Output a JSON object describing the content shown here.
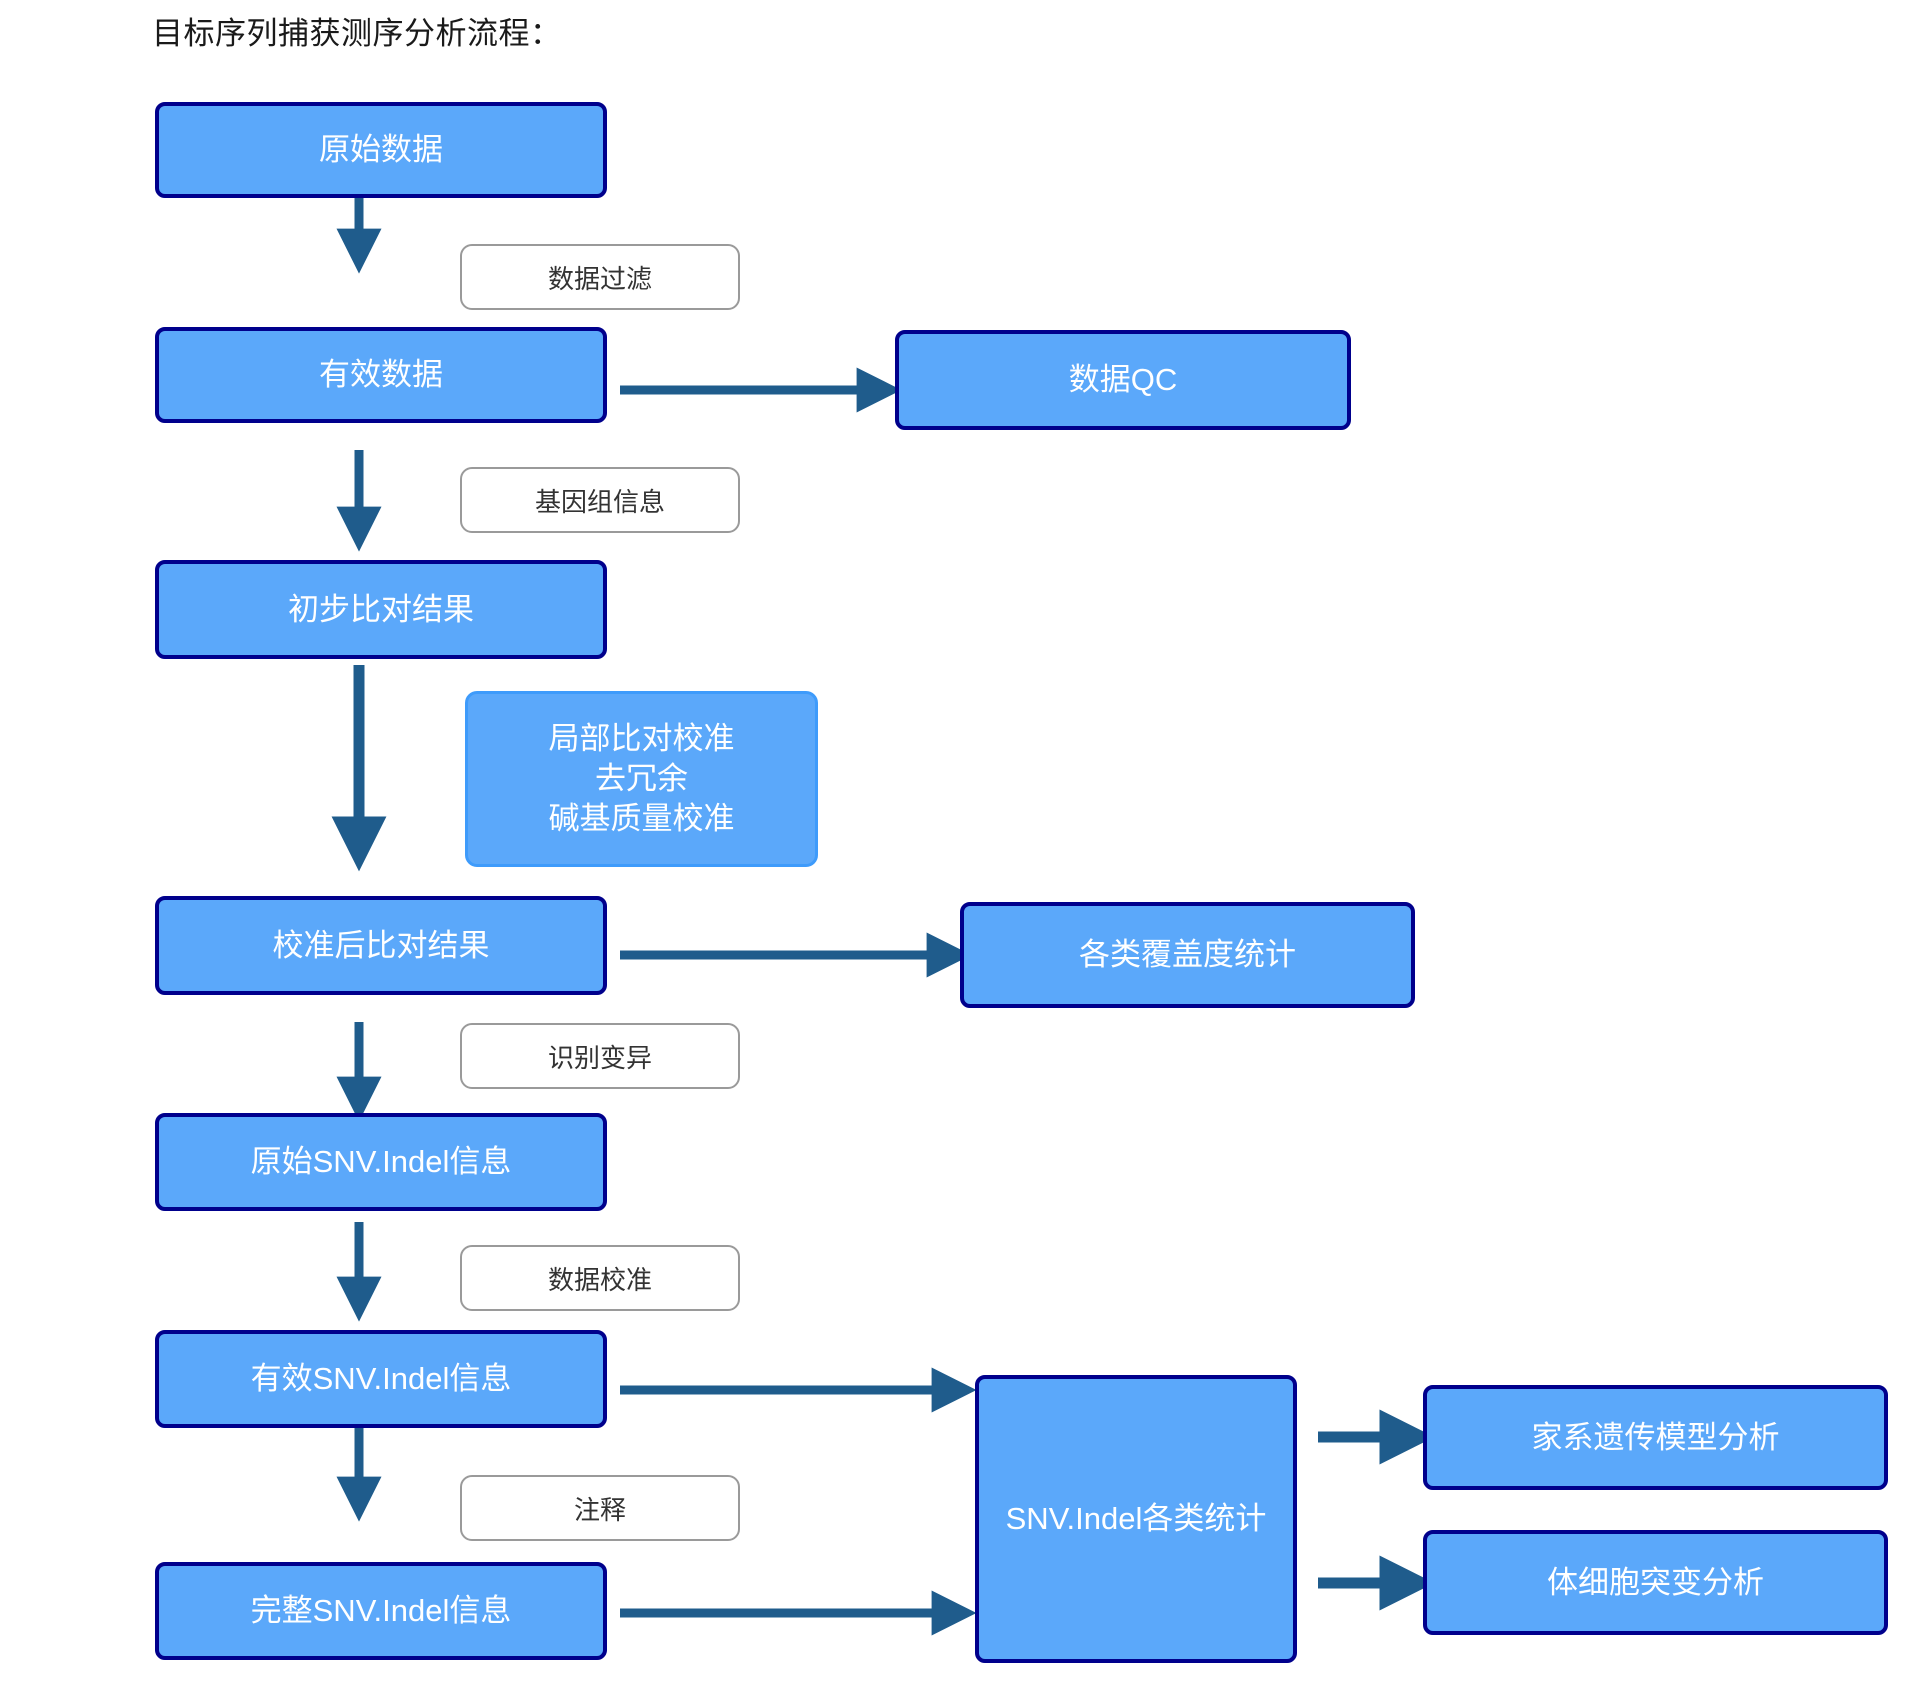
{
  "page": {
    "title": "目标序列捕获测序分析流程：",
    "background_color": "#ffffff"
  },
  "colors": {
    "node_fill": "#5BA8FA",
    "node_border": "#00008C",
    "note_border": "#3E9BFB",
    "node_text": "#ffffff",
    "arrow": "#1F5C8C",
    "label_border": "#9a9a9a",
    "label_text": "#333333",
    "title_text": "#1a1a1a"
  },
  "flow": {
    "nodes": [
      {
        "id": "raw-data",
        "label": "原始数据"
      },
      {
        "id": "valid-data",
        "label": "有效数据"
      },
      {
        "id": "data-qc",
        "label": "数据QC"
      },
      {
        "id": "initial-alignment",
        "label": "初步比对结果"
      },
      {
        "id": "realign-note-line1",
        "label": "局部比对校准"
      },
      {
        "id": "realign-note-line2",
        "label": "去冗余"
      },
      {
        "id": "realign-note-line3",
        "label": "碱基质量校准"
      },
      {
        "id": "calibrated-alignment",
        "label": "校准后比对结果"
      },
      {
        "id": "coverage-stats",
        "label": "各类覆盖度统计"
      },
      {
        "id": "raw-snv-indel",
        "label": "原始SNV.Indel信息"
      },
      {
        "id": "valid-snv-indel",
        "label": "有效SNV.Indel信息"
      },
      {
        "id": "full-snv-indel",
        "label": "完整SNV.Indel信息"
      },
      {
        "id": "snv-indel-stats",
        "label": "SNV.Indel各类统计"
      },
      {
        "id": "pedigree-analysis",
        "label": "家系遗传模型分析"
      },
      {
        "id": "somatic-analysis",
        "label": "体细胞突变分析"
      }
    ],
    "edge_labels": [
      {
        "id": "data-filter",
        "label": "数据过滤"
      },
      {
        "id": "genome-info",
        "label": "基因组信息"
      },
      {
        "id": "call-variants",
        "label": "识别变异"
      },
      {
        "id": "data-calibrate",
        "label": "数据校准"
      },
      {
        "id": "annotate",
        "label": "注释"
      }
    ],
    "edges": [
      {
        "from": "raw-data",
        "to": "valid-data",
        "label": "数据过滤",
        "direction": "down"
      },
      {
        "from": "valid-data",
        "to": "data-qc",
        "label": "",
        "direction": "right"
      },
      {
        "from": "valid-data",
        "to": "initial-alignment",
        "label": "基因组信息",
        "direction": "down"
      },
      {
        "from": "initial-alignment",
        "to": "calibrated-alignment",
        "label": "",
        "direction": "down"
      },
      {
        "from": "calibrated-alignment",
        "to": "coverage-stats",
        "label": "",
        "direction": "right"
      },
      {
        "from": "calibrated-alignment",
        "to": "raw-snv-indel",
        "label": "识别变异",
        "direction": "down"
      },
      {
        "from": "raw-snv-indel",
        "to": "valid-snv-indel",
        "label": "数据校准",
        "direction": "down"
      },
      {
        "from": "valid-snv-indel",
        "to": "snv-indel-stats",
        "label": "",
        "direction": "right"
      },
      {
        "from": "valid-snv-indel",
        "to": "full-snv-indel",
        "label": "注释",
        "direction": "down"
      },
      {
        "from": "full-snv-indel",
        "to": "snv-indel-stats",
        "label": "",
        "direction": "right"
      },
      {
        "from": "snv-indel-stats",
        "to": "pedigree-analysis",
        "label": "",
        "direction": "right"
      },
      {
        "from": "snv-indel-stats",
        "to": "somatic-analysis",
        "label": "",
        "direction": "right"
      }
    ]
  }
}
